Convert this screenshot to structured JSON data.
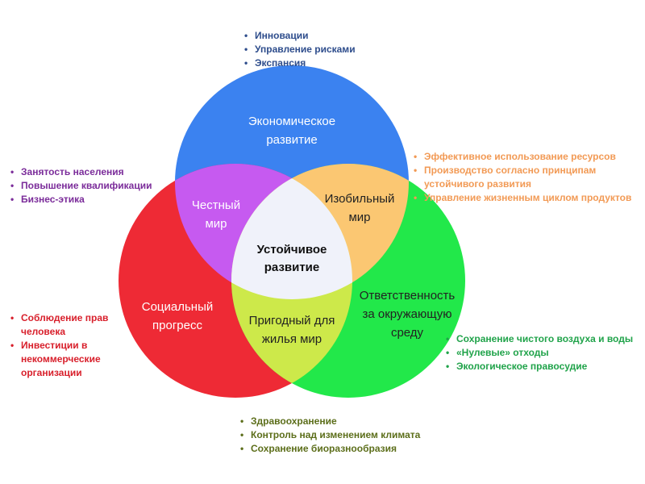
{
  "colors": {
    "economic": "#3b82f0",
    "social": "#ee2a35",
    "ecology": "#22e84a",
    "fair_world": "#c65af0",
    "abundant_world": "#fbc772",
    "livable": "#cde94a",
    "center": "#f0f2fa",
    "economic_text": "#2e4d8c",
    "fair_text": "#7b2c9a",
    "abundant_text": "#f29a55",
    "social_text": "#d81f2b",
    "ecology_text": "#20a34a",
    "livable_text": "#5c6e1a"
  },
  "circles": {
    "economic": {
      "line1": "Экономическое",
      "line2": "развитие"
    },
    "social": {
      "line1": "Социальный",
      "line2": "прогресс"
    },
    "ecology": {
      "line1": "Ответственность",
      "line2": "за окружающую",
      "line3": "среду"
    }
  },
  "overlaps": {
    "fair": {
      "line1": "Честный",
      "line2": "мир"
    },
    "abundant": {
      "line1": "Изобильный",
      "line2": "мир"
    },
    "livable": {
      "line1": "Пригодный для",
      "line2": "жилья мир"
    },
    "center": {
      "line1": "Устойчивое",
      "line2": "развитие"
    }
  },
  "lists": {
    "economic": [
      "Инновации",
      "Управление рисками",
      "Экспансия"
    ],
    "fair": [
      "Занятость населения",
      "Повышение квалификации",
      "Бизнес-этика"
    ],
    "abundant": [
      "Эффективное использование ресурсов",
      "Производство согласно принципам устойчивого развития",
      "Управление жизненным циклом продуктов"
    ],
    "social": [
      "Соблюдение прав человека",
      "Инвестиции в некоммерческие организации"
    ],
    "ecology": [
      "Сохранение чистого воздуха и воды",
      "«Нулевые» отходы",
      "Экологическое правосудие"
    ],
    "livable": [
      "Здравоохранение",
      "Контроль  над изменением климата",
      "Сохранение биоразнообразия"
    ]
  }
}
